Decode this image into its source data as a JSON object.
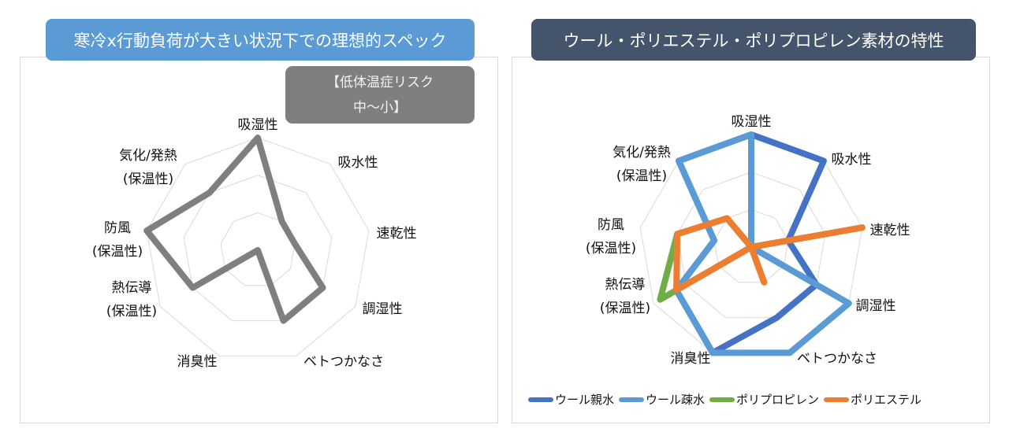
{
  "chart_data": [
    {
      "type": "radar",
      "title": "寒冷x行動負荷が大きい状況下での理想的スペック",
      "annotation": [
        "【低体温症リスク",
        "中〜小】"
      ],
      "axes": [
        [
          "吸湿性"
        ],
        [
          "吸水性"
        ],
        [
          "速乾性"
        ],
        [
          "調湿性"
        ],
        [
          "ベトつかなさ"
        ],
        [
          "消臭性"
        ],
        [
          "熱伝導",
          "(保温性)"
        ],
        [
          "防風",
          "(保温性)"
        ],
        [
          "気化/発熱",
          "(保温性)"
        ]
      ],
      "rlim": [
        0,
        3
      ],
      "grid_levels": [
        1,
        2,
        3
      ],
      "series": [
        {
          "name": "理想的スペック",
          "color": "#7f7f7f",
          "values": [
            3,
            1,
            1,
            2,
            2,
            0,
            2,
            3,
            2
          ]
        }
      ],
      "legend": null
    },
    {
      "type": "radar",
      "title": "ウール・ポリエステル・ポリプロピレン素材の特性",
      "axes": [
        [
          "吸湿性"
        ],
        [
          "吸水性"
        ],
        [
          "速乾性"
        ],
        [
          "調湿性"
        ],
        [
          "ベトつかなさ"
        ],
        [
          "消臭性"
        ],
        [
          "熱伝導",
          "(保温性)"
        ],
        [
          "防風",
          "(保温性)"
        ],
        [
          "気化/発熱",
          "(保温性)"
        ]
      ],
      "rlim": [
        0,
        3
      ],
      "grid_levels": [
        1,
        2,
        3
      ],
      "series": [
        {
          "name": "ウール親水",
          "color": "#4472C4",
          "values": [
            3,
            3,
            1,
            2,
            2,
            3,
            2.3,
            1,
            3
          ]
        },
        {
          "name": "ウール疎水",
          "color": "#5B9BD5",
          "values": [
            3,
            0,
            0,
            3,
            3,
            3,
            2.3,
            1,
            3
          ]
        },
        {
          "name": "ポリプロピレン",
          "color": "#70AD47",
          "values": [
            0,
            0,
            3,
            0,
            1,
            0,
            2.8,
            2,
            1
          ]
        },
        {
          "name": "ポリエステル",
          "color": "#ED7D31",
          "values": [
            0,
            0,
            3,
            0,
            1,
            0,
            2.3,
            2,
            1
          ]
        }
      ],
      "legend": "bottom"
    }
  ]
}
